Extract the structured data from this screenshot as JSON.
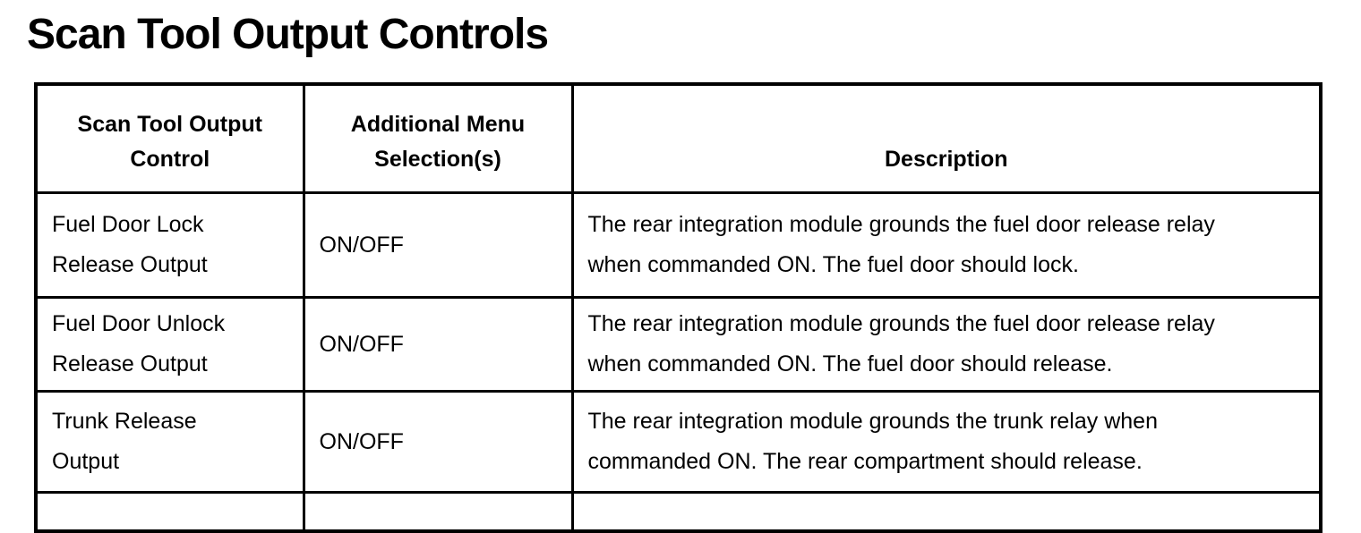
{
  "page_title": "Scan Tool Output Controls",
  "colors": {
    "text": "#000000",
    "background": "#ffffff",
    "border": "#000000"
  },
  "table": {
    "headers": {
      "control": "Scan Tool Output Control",
      "menu": "Additional Menu Selection(s)",
      "description": "Description"
    },
    "rows": [
      {
        "control": "Fuel Door Lock Release Output",
        "menu": "ON/OFF",
        "description": "The rear integration module grounds the fuel door release relay when commanded ON. The fuel door should lock."
      },
      {
        "control": "Fuel Door Unlock Release Output",
        "menu": "ON/OFF",
        "description": "The rear integration module grounds the fuel door release relay when commanded ON. The fuel door should release."
      },
      {
        "control": "Trunk Release Output",
        "menu": "ON/OFF",
        "description": "The rear integration module grounds the trunk relay when commanded ON. The rear compartment should release."
      }
    ]
  }
}
